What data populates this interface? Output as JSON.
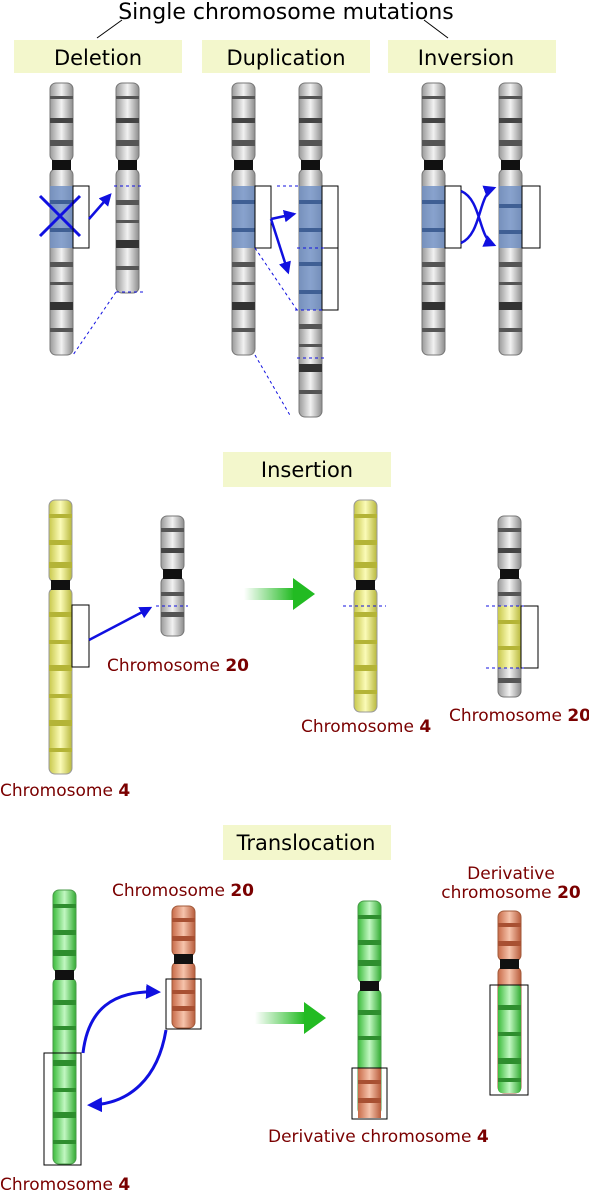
{
  "title": "Single chromosome mutations",
  "sections": {
    "deletion": "Deletion",
    "duplication": "Duplication",
    "inversion": "Inversion",
    "insertion": "Insertion",
    "translocation": "Translocation"
  },
  "labels": {
    "chromosome_word": "Chromosome",
    "derivative_chromosome": "Derivative chromosome",
    "derivative_word": "Derivative",
    "chromosome_lower": "chromosome",
    "num_4": "4",
    "num_20": "20"
  },
  "colors": {
    "header_bg": "#f3f7cc",
    "gray_chromosome": "#c8c8c8",
    "yellow_chromosome": "#e6e67a",
    "green_chromosome": "#7ee07e",
    "orange_chromosome": "#e39a78",
    "highlight": "#6e8fc4",
    "arrow_blue": "#1010e0",
    "arrow_green": "#22bb22",
    "label_red": "#7a0000"
  }
}
